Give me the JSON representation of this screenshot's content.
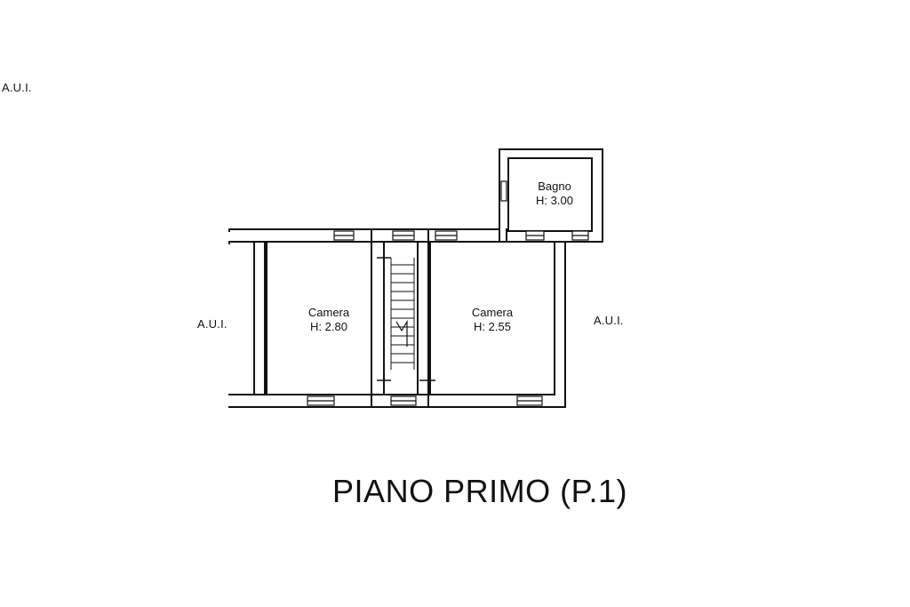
{
  "plan": {
    "labels": {
      "top_left": "A.U.I.",
      "left": "A.U.I.",
      "right": "A.U.I."
    },
    "rooms": [
      {
        "name": "Camera",
        "height": "H: 2.80"
      },
      {
        "name": "Camera",
        "height": "H: 2.55"
      },
      {
        "name": "Bagno",
        "height": "H: 3.00"
      }
    ],
    "floor_title": "PIANO PRIMO (P.1)"
  }
}
